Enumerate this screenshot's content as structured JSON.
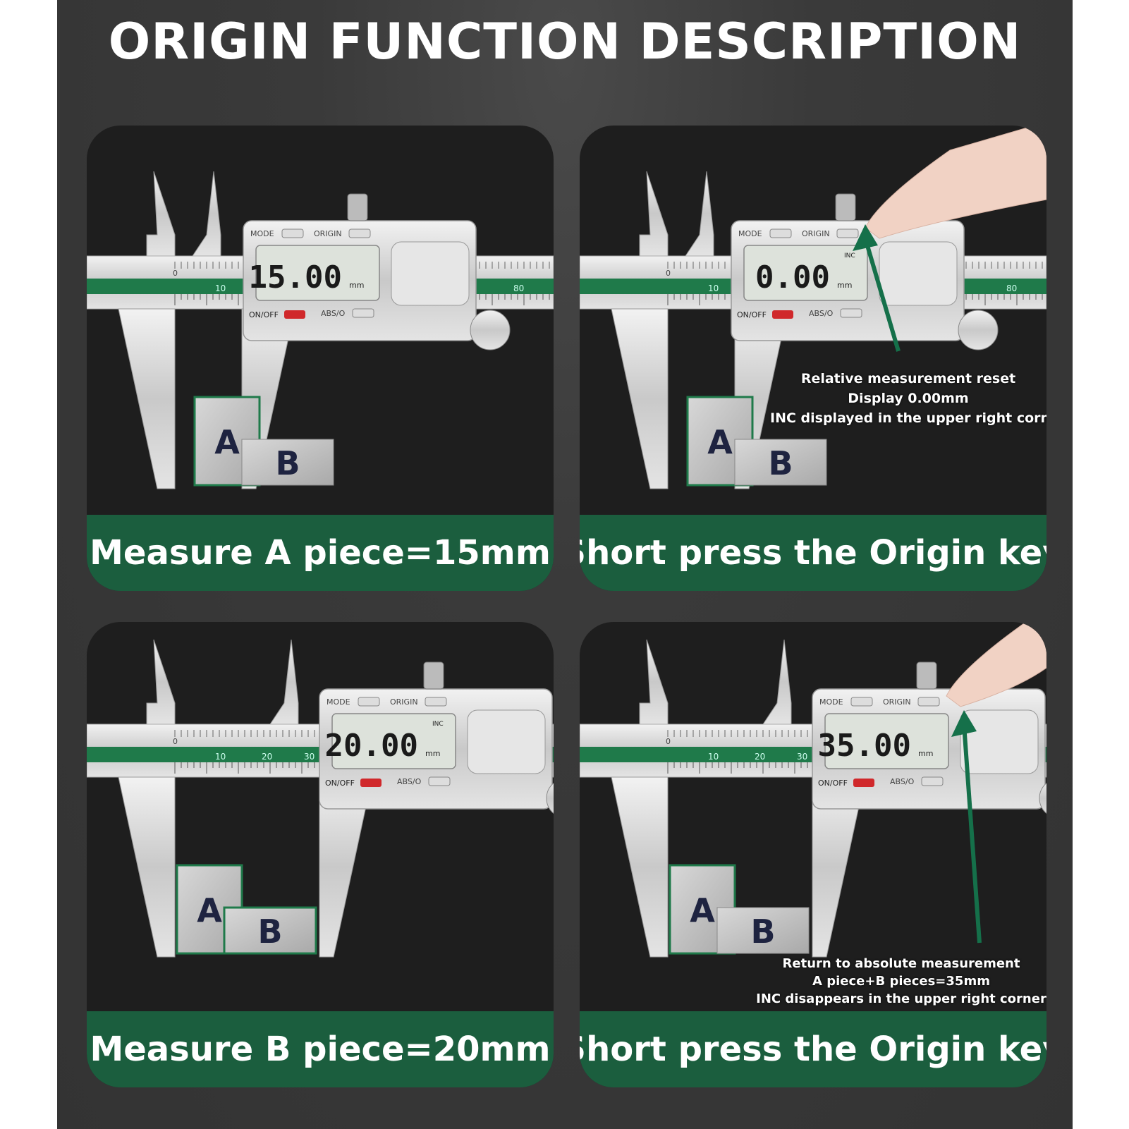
{
  "title": "ORIGIN FUNCTION DESCRIPTION",
  "panels": [
    {
      "caption": "Measure A piece=15mm",
      "display_value": "15.00",
      "display_unit": "mm",
      "inc_shown": false
    },
    {
      "caption": "Short press the Origin key",
      "display_value": "0.00",
      "display_unit": "mm",
      "inc_shown": true,
      "note": [
        "Relative measurement reset",
        "Display 0.00mm",
        "INC displayed in the upper right corner"
      ]
    },
    {
      "caption": "Measure B piece=20mm",
      "display_value": "20.00",
      "display_unit": "mm",
      "inc_shown": true
    },
    {
      "caption": "Short press the Origin key",
      "display_value": "35.00",
      "display_unit": "mm",
      "inc_shown": false,
      "note": [
        "Return to absolute measurement",
        "A piece+B pieces=35mm",
        "INC disappears in the upper right corner"
      ]
    }
  ],
  "caliper_labels": {
    "mode": "MODE",
    "origin": "ORIGIN",
    "onoff": "ON/OFF",
    "abso": "ABS/O",
    "inc": "INC",
    "piece_a": "A",
    "piece_b": "B",
    "scale_0": "0",
    "scale_10": "10",
    "scale_20": "20",
    "scale_30": "30",
    "scale_80": "80"
  },
  "colors": {
    "background": "#333333",
    "panel": "#1e1e1e",
    "caption_bar": "#1b5e3e",
    "scale_green": "#1f7a4a",
    "arrow_green": "#15704a",
    "onoff_key": "#d0282b"
  }
}
